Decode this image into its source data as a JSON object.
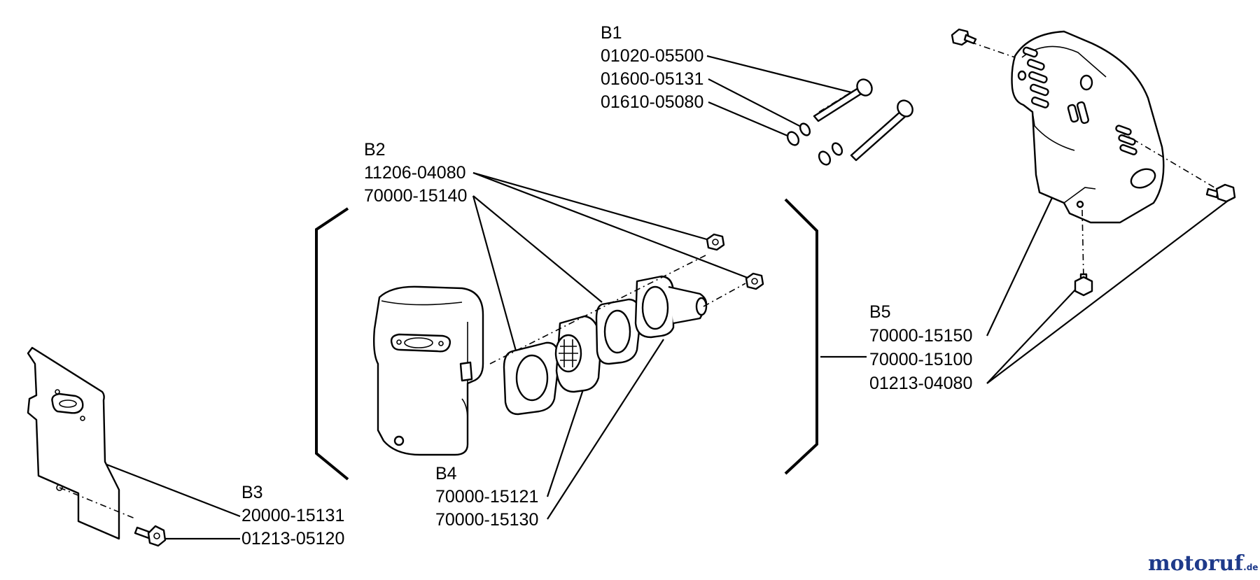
{
  "groups": {
    "b1": {
      "title": "B1",
      "parts": [
        "01020-05500",
        "01600-05131",
        "01610-05080"
      ]
    },
    "b2": {
      "title": "B2",
      "parts": [
        "11206-04080",
        "70000-15140"
      ]
    },
    "b3": {
      "title": "B3",
      "parts": [
        "20000-15131",
        "01213-05120"
      ]
    },
    "b4": {
      "title": "B4",
      "parts": [
        "70000-15121",
        "70000-15130"
      ]
    },
    "b5": {
      "title": "B5",
      "parts": [
        "70000-15150",
        "70000-15100",
        "01213-04080"
      ]
    }
  },
  "watermark": {
    "brand": "motoruf",
    "suffix": ".de",
    "brand_color": "#1e3a8a",
    "accent_color": "#e8a317"
  }
}
